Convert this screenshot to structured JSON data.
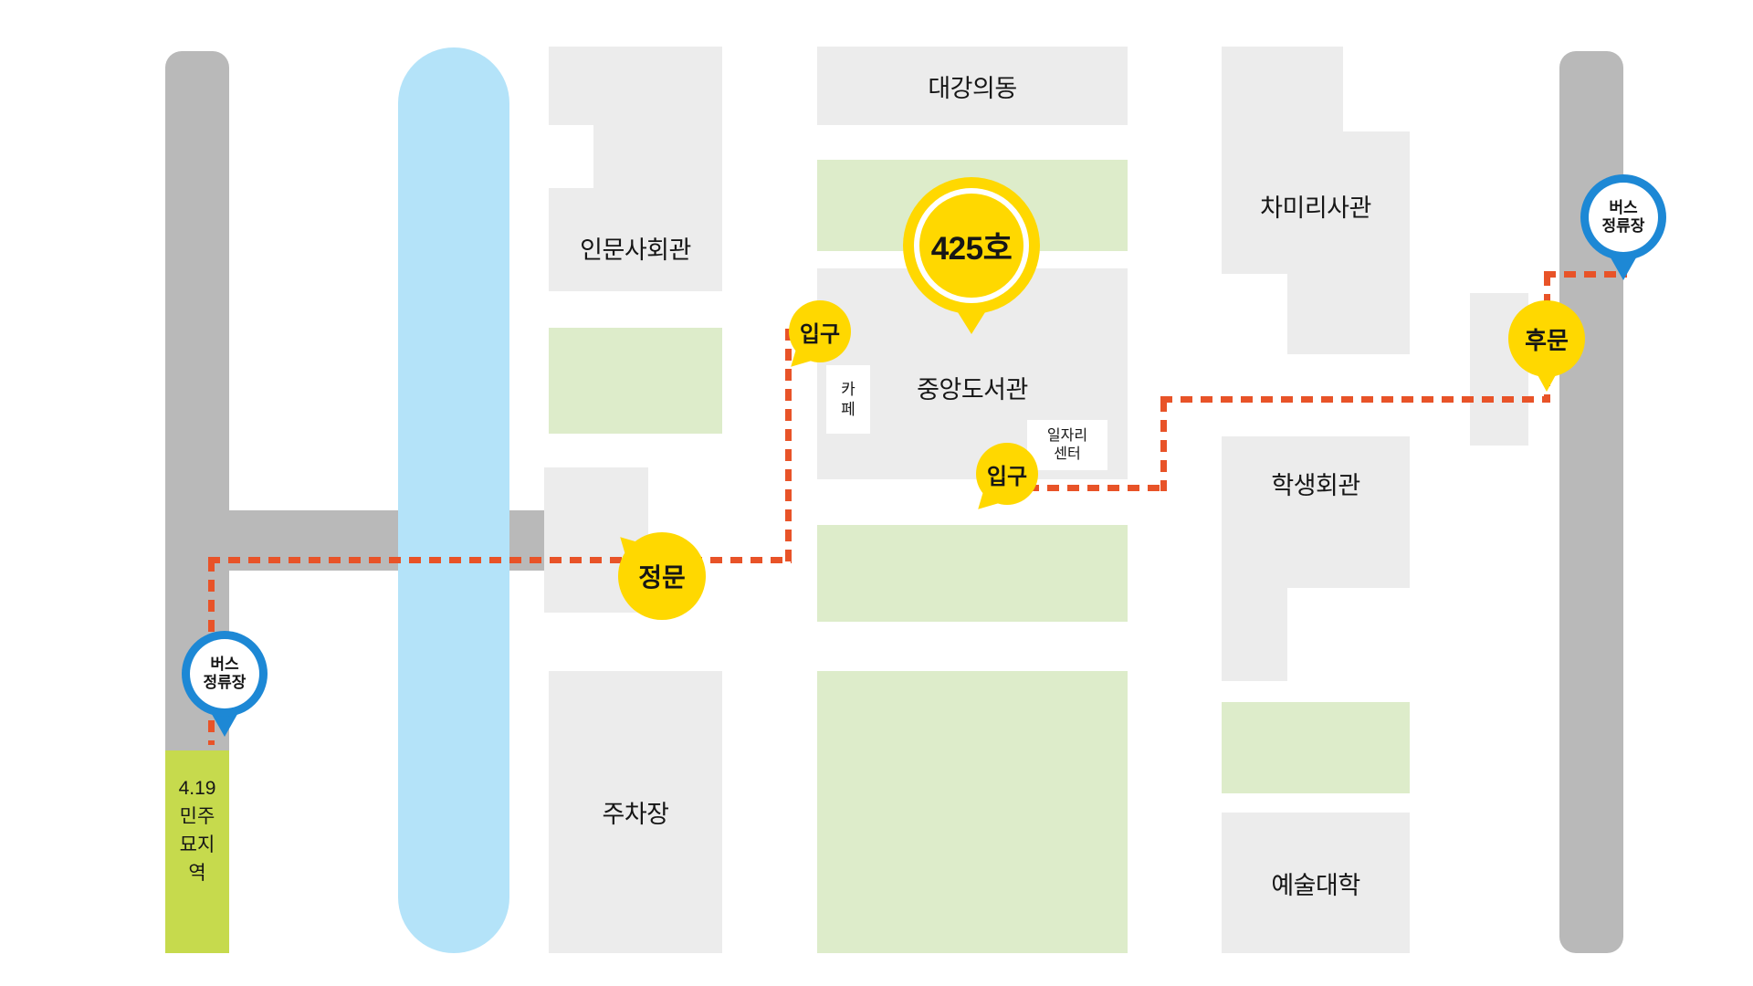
{
  "colors": {
    "bg": "#ffffff",
    "road": "#b9b9b9",
    "building": "#ececec",
    "green": "#ddecca",
    "water": "#b4e3f9",
    "station": "#c6da4d",
    "yellow": "#ffd800",
    "blue": "#1d88d5",
    "route": "#e85328",
    "text": "#161616",
    "white": "#ffffff"
  },
  "buildings": {
    "humanities": "인문사회관",
    "lecture_hall": "대강의동",
    "chamirisa": "차미리사관",
    "library": "중앙도서관",
    "student_union": "학생회관",
    "art_college": "예술대학",
    "parking": "주차장"
  },
  "small_labels": {
    "cafe_lines": [
      "카",
      "페"
    ],
    "job_center_lines": [
      "일자리",
      "센터"
    ],
    "station_lines": [
      "4.19",
      "민주",
      "묘지",
      "역"
    ]
  },
  "markers": {
    "room425": "425호",
    "main_gate": "정문",
    "entrance_upper": "입구",
    "entrance_lower": "입구",
    "back_gate": "후문",
    "bus_stop_lines": [
      "버스",
      "정류장"
    ]
  }
}
